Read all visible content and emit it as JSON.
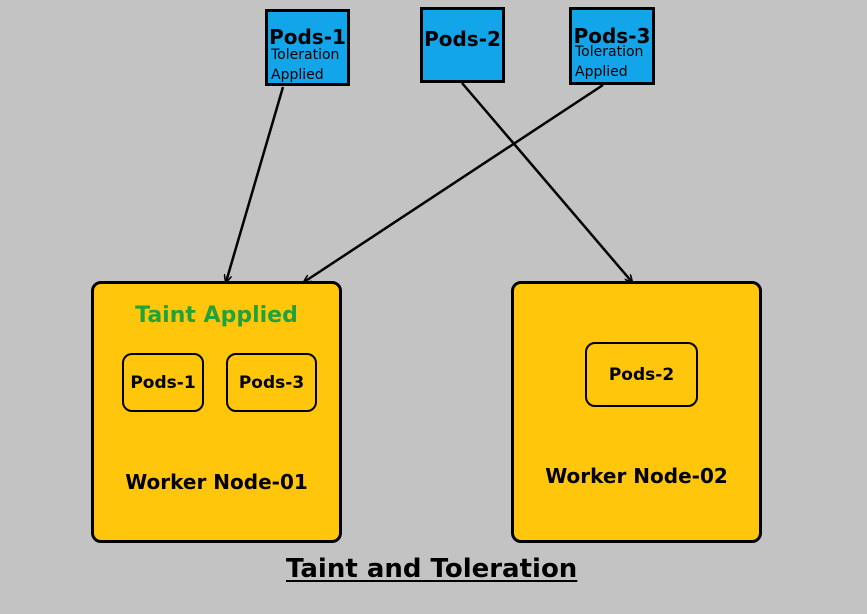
{
  "caption": "Taint and Toleration",
  "top_pods": [
    {
      "title": "Pods-1",
      "line1": "Toleration",
      "line2": "Applied"
    },
    {
      "title": "Pods-2"
    },
    {
      "title": "Pods-3",
      "line1": "Toleration",
      "line2": "Applied"
    }
  ],
  "nodes": [
    {
      "label": "Worker Node-01",
      "taint": "Taint Applied",
      "pods": [
        "Pods-1",
        "Pods-3"
      ]
    },
    {
      "label": "Worker Node-02",
      "pods": [
        "Pods-2"
      ]
    }
  ],
  "colors": {
    "background": "#c3c3c3",
    "pod": "#12a5ea",
    "node": "#ffc60b",
    "taint_text": "#21a33a"
  }
}
